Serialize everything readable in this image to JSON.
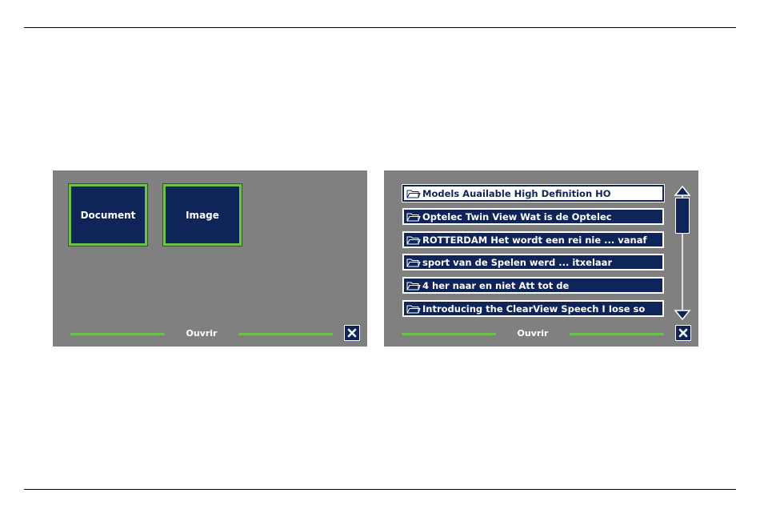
{
  "left_screen": {
    "tiles": [
      {
        "label": "Document"
      },
      {
        "label": "Image"
      }
    ],
    "footer_label": "Ouvrir"
  },
  "right_screen": {
    "files": [
      {
        "name": "Models Auailable  High Definition  HO",
        "selected": true
      },
      {
        "name": "Optelec Twin View Wat is de Optelec",
        "selected": false
      },
      {
        "name": "ROTTERDAM Het wordt een rei nie ... vanaf",
        "selected": false
      },
      {
        "name": "sport van de Spelen werd ... itxelaar",
        "selected": false
      },
      {
        "name": "4  her naar  en niet Att tot de",
        "selected": false
      },
      {
        "name": "Introducing the ClearView  Speech  I Iose so",
        "selected": false
      }
    ],
    "footer_label": "Ouvrir"
  },
  "colors": {
    "panel_bg": "#808080",
    "tile_fill": "#0f2459",
    "accent_green": "#6cc24a",
    "text": "#ffffff"
  },
  "icons": {
    "folder": "folder-icon",
    "close": "close-icon",
    "scroll_up": "arrow-up-icon",
    "scroll_down": "arrow-down-icon"
  }
}
